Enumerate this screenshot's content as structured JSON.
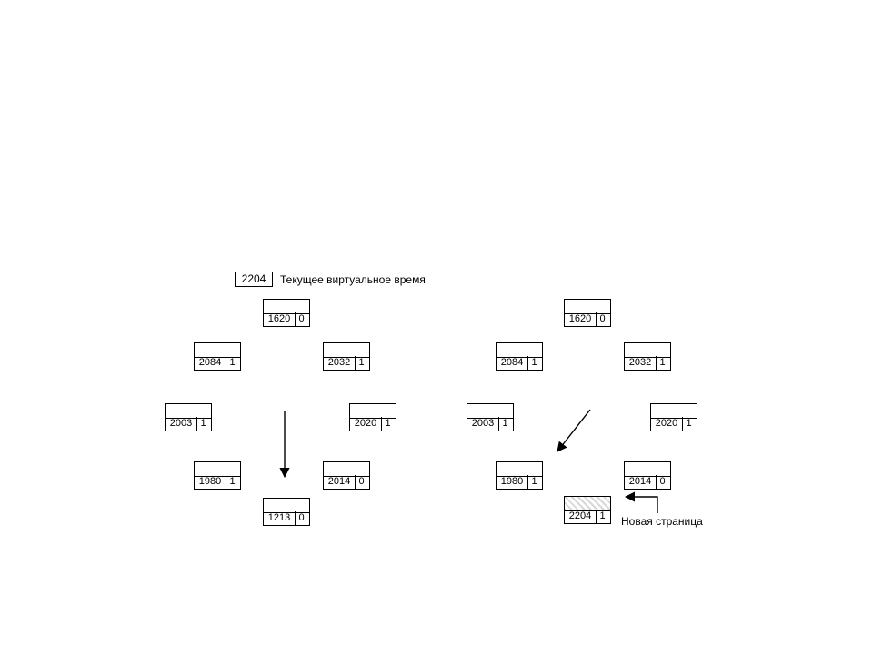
{
  "virtual_time": {
    "value": "2204",
    "label": "Текущее виртуальное время"
  },
  "left_clock": {
    "frames": [
      {
        "time": "1620",
        "bit": "0"
      },
      {
        "time": "2032",
        "bit": "1"
      },
      {
        "time": "2020",
        "bit": "1"
      },
      {
        "time": "2014",
        "bit": "0"
      },
      {
        "time": "1213",
        "bit": "0"
      },
      {
        "time": "1980",
        "bit": "1"
      },
      {
        "time": "2003",
        "bit": "1"
      },
      {
        "time": "2084",
        "bit": "1"
      }
    ]
  },
  "right_clock": {
    "frames": [
      {
        "time": "1620",
        "bit": "0"
      },
      {
        "time": "2032",
        "bit": "1"
      },
      {
        "time": "2020",
        "bit": "1"
      },
      {
        "time": "2014",
        "bit": "0"
      },
      {
        "time": "2204",
        "bit": "1"
      },
      {
        "time": "1980",
        "bit": "1"
      },
      {
        "time": "2003",
        "bit": "1"
      },
      {
        "time": "2084",
        "bit": "1"
      }
    ],
    "new_page_label": "Новая страница"
  }
}
